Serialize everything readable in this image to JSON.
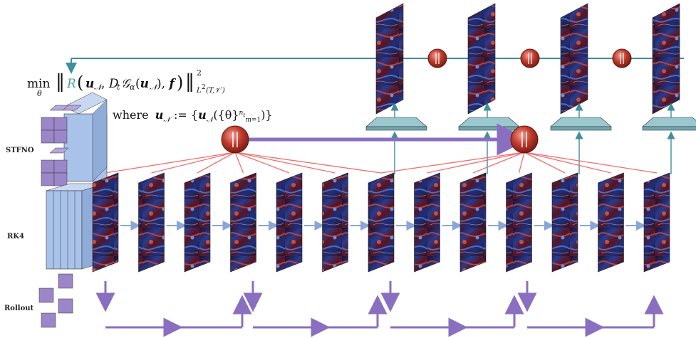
{
  "labels": {
    "stfno": "STFNO",
    "rk4": "RK4",
    "rollout": "Rollout"
  },
  "formula": {
    "min": "min",
    "theta": "θ",
    "where": "where"
  },
  "colors": {
    "teal": "#3f8f9c",
    "red_arrow": "#f07070",
    "blue_arrow": "#8aa6d8",
    "purple": "#8a6fc0",
    "cube_purple": "#9b86c9",
    "block_blue": "#a9c2ea",
    "concat_red": "#c0392b"
  },
  "counts": {
    "bottom_panels": 13,
    "top_panels": 4
  }
}
